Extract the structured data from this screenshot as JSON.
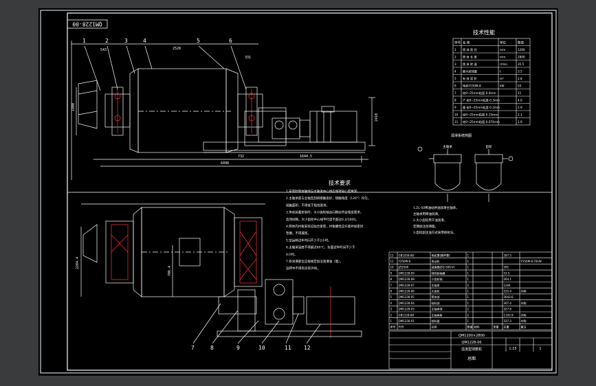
{
  "drawing": {
    "drawing_number": "QM1228-00",
    "model": "QM1200×2800",
    "title_block_number": "QM1228-00",
    "scale": "1:15",
    "sheet": "1"
  },
  "callouts_top": [
    "1",
    "2",
    "3",
    "4",
    "5",
    "6"
  ],
  "callouts_bottom": [
    "7",
    "8",
    "9",
    "10",
    "11",
    "12"
  ],
  "dims_top": {
    "d1": "543",
    "d2": "2528",
    "d3": "331",
    "d4": "6498",
    "d5": "732",
    "d6": "1644.5",
    "d7": "1800",
    "d8": "2410"
  },
  "dims_bottom": {
    "d1": "2284.4",
    "d2": "706.4"
  },
  "tech_params": {
    "title": "技术性能",
    "headers": [
      "序号",
      "名 称",
      "单位",
      "数值"
    ],
    "rows": [
      [
        "1",
        "筒 体 直 径",
        "mm",
        "1200"
      ],
      [
        "2",
        "筒 体 长 度",
        "mm",
        "2800"
      ],
      [
        "3",
        "筒 体 转 速",
        "r/min",
        "35.5"
      ],
      [
        "4",
        "最大装球量",
        "t",
        "3.5"
      ],
      [
        "5",
        "有 效 容 积",
        "m³",
        "2.8"
      ],
      [
        "6",
        "电机Y250M-8",
        "kW",
        "55"
      ],
      [
        "7",
        "给0~25mm粒度-0.4mm",
        "",
        "11"
      ],
      [
        "8",
        "产 给0~25mm粒度-0.3mm",
        "",
        "4.0"
      ],
      [
        "9",
        "量 给0~25mm粒度-0.2mm",
        "",
        "2.9"
      ],
      [
        "10",
        "给0~25mm粒度-0.15mm",
        "",
        "2.1"
      ],
      [
        "11",
        "给0~25mm粒度-0.074mm",
        "",
        "1.9"
      ]
    ]
  },
  "tech_requirements": {
    "title": "技术要求",
    "items": [
      "1.安装时筒体轴线与主轴承中心线应保持同心度要求。",
      "2.主轴承座与主轴瓦刮研接触良好，接触角度（120°）均匀。",
      "  接触面积，不得低于规范要求。",
      "3.传动装置安装时，大小齿轮啮合间隙应符合规定要求，",
      "  齿顶间隙，大小齿轮中心线平行度不超过0.2/1000。",
      "4.筒体内衬板安装应贴合紧密，衬板螺栓应拧紧并加密封",
      "  垫圈，不得漏浆。",
      "5.空运转试车时间不少于2小时。",
      "6.主轴承温度不得超过60℃，负载试车时间不少于",
      "  4小时。",
      "7.各润滑部位应按规定加注润滑油（脂），",
      "  运转中不得有异常声响。"
    ]
  },
  "lubrication": {
    "title": "润滑系统简图",
    "label_left": "主轴承",
    "label_right": "齿轮",
    "notes": [
      "1.ZL-50稀油站供油润滑主轴承，",
      "  主轴承用稀油润滑。",
      "2.大小齿轮用干油润滑，",
      "  定期加注润滑脂。",
      "3.齿轮副注油方式采用喷射法。"
    ]
  },
  "bom": {
    "rows": [
      [
        "12",
        "GB1058-80",
        "电机罩(隔声罩)",
        "1",
        "",
        "",
        "397.5",
        ""
      ],
      [
        "11",
        "Y250M-8",
        "电动机",
        "1",
        "",
        "",
        "",
        "Y250M-8 55kW"
      ],
      [
        "10",
        "JZQ500",
        "减速器JZQ-500-VI",
        "1",
        "",
        "",
        "391",
        ""
      ],
      [
        "9",
        "QM1228-09",
        "弹性联轴器",
        "1",
        "",
        "",
        "53.5",
        ""
      ],
      [
        "8",
        "QM1228-08",
        "小齿轮轴",
        "1",
        "",
        "",
        "264.1",
        ""
      ],
      [
        "7",
        "QM1228-07",
        "主轴承",
        "2",
        "",
        "",
        "1264",
        ""
      ],
      [
        "6",
        "QM1228-06",
        "大齿轮",
        "1",
        "",
        "",
        "535.4",
        "外购"
      ],
      [
        "5",
        "QM1228-05",
        "筒体部",
        "1",
        "",
        "",
        "3043.6",
        ""
      ],
      [
        "4",
        "QM1228-04",
        "给料部",
        "1",
        "",
        "",
        "307.4",
        "外购"
      ],
      [
        "3",
        "QM1228-03",
        "主轴承部",
        "2",
        "",
        "",
        "327.6",
        ""
      ],
      [
        "2",
        "GB1228-80",
        "主轴承座",
        "2",
        "",
        "",
        "1103.9",
        "外购"
      ],
      [
        "1",
        "QM1228-01",
        "给料器",
        "1",
        "",
        "",
        "337.3",
        "外购"
      ]
    ],
    "header": [
      "序号",
      "代号",
      "名称",
      "数量",
      "材料",
      "单重",
      "总重",
      "备注"
    ],
    "block_name": "溢流型球磨机",
    "block_sub": "总图"
  }
}
